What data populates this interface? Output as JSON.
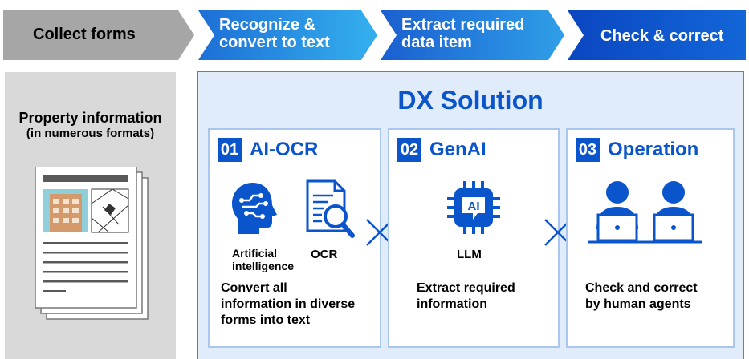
{
  "steps": [
    {
      "label": "Collect forms"
    },
    {
      "label": "Recognize &\nconvert to text"
    },
    {
      "label": "Extract required\ndata item"
    },
    {
      "label": "Check & correct"
    }
  ],
  "left": {
    "title": "Property information",
    "subtitle": "(in numerous formats)"
  },
  "dx": {
    "title": "DX Solution",
    "cards": [
      {
        "num": "01",
        "title": "AI-OCR",
        "label_ai": "Artificial\nintelligence",
        "label_ocr": "OCR",
        "desc": "Convert all\ninformation in diverse\nforms into text"
      },
      {
        "num": "02",
        "title": "GenAI",
        "chip": "AI",
        "label_llm": "LLM",
        "desc": "Extract required\ninformation"
      },
      {
        "num": "03",
        "title": "Operation",
        "desc": "Check and correct\nby human agents"
      }
    ]
  },
  "colors": {
    "gray_step": "#a6a6a6",
    "blue_light": "#2fa3e6",
    "blue_mid": "#1a7ad8",
    "blue_dark": "#0b53cc",
    "accent": "#0a55cc",
    "panel_bg": "#e1ecfb"
  }
}
